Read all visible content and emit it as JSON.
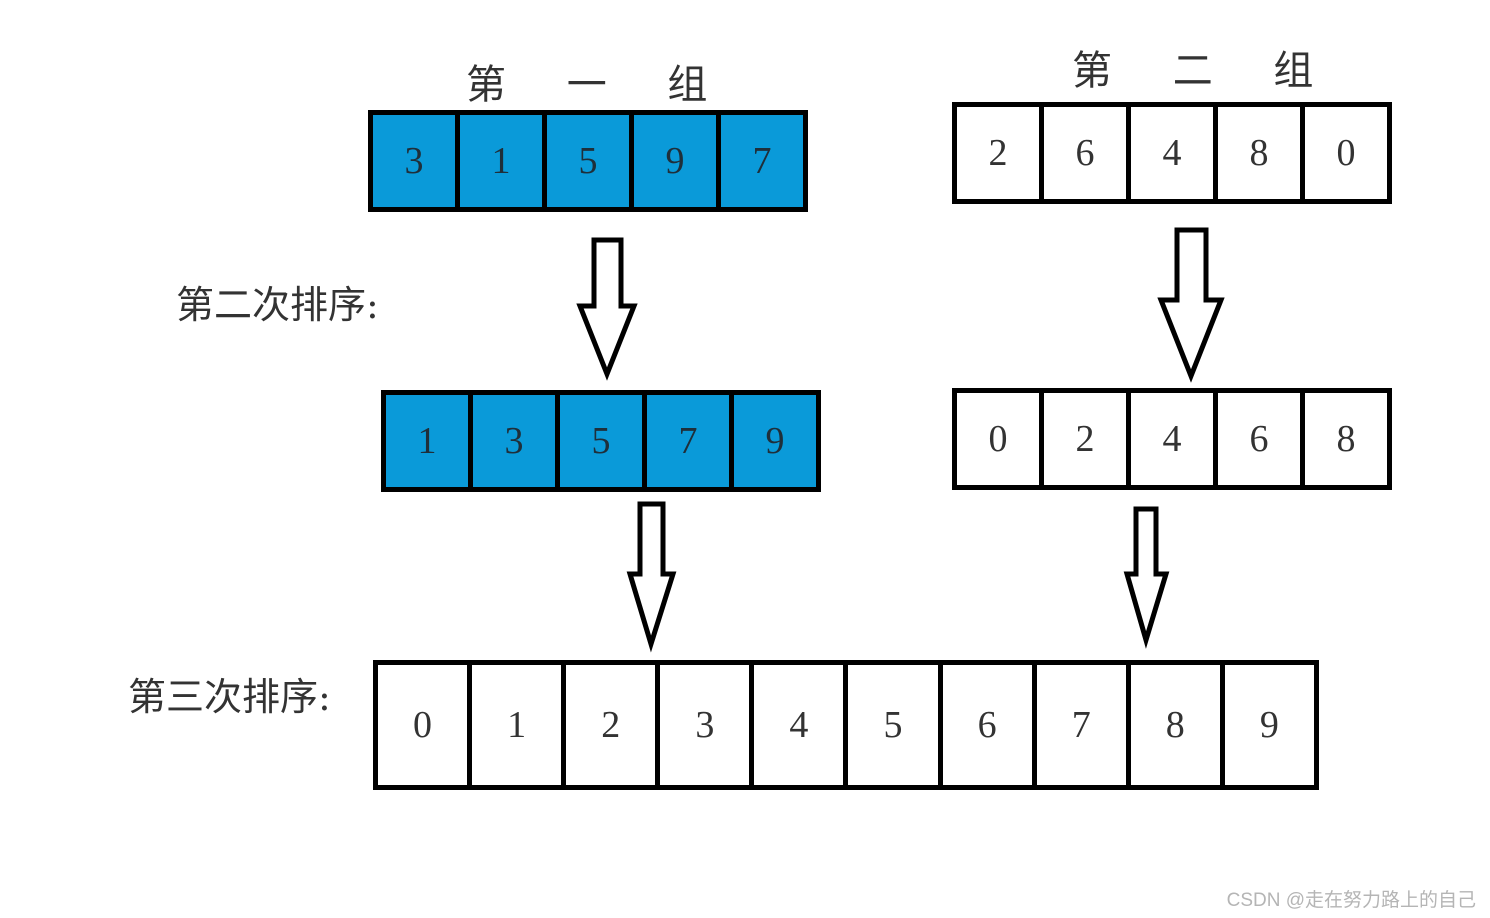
{
  "group1": {
    "title": "第 一 组",
    "before": [
      "3",
      "1",
      "5",
      "9",
      "7"
    ],
    "after": [
      "1",
      "3",
      "5",
      "7",
      "9"
    ],
    "fill_color": "#0a9ad9"
  },
  "group2": {
    "title": "第 二 组",
    "before": [
      "2",
      "6",
      "4",
      "8",
      "0"
    ],
    "after": [
      "0",
      "2",
      "4",
      "6",
      "8"
    ],
    "fill_color": "#ffffff"
  },
  "pass2_label": "第二次排序:",
  "pass3_label": "第三次排序:",
  "merged": [
    "0",
    "1",
    "2",
    "3",
    "4",
    "5",
    "6",
    "7",
    "8",
    "9"
  ],
  "watermark": "CSDN @走在努力路上的自己",
  "icons": {
    "arrow": "down-arrow-icon"
  }
}
